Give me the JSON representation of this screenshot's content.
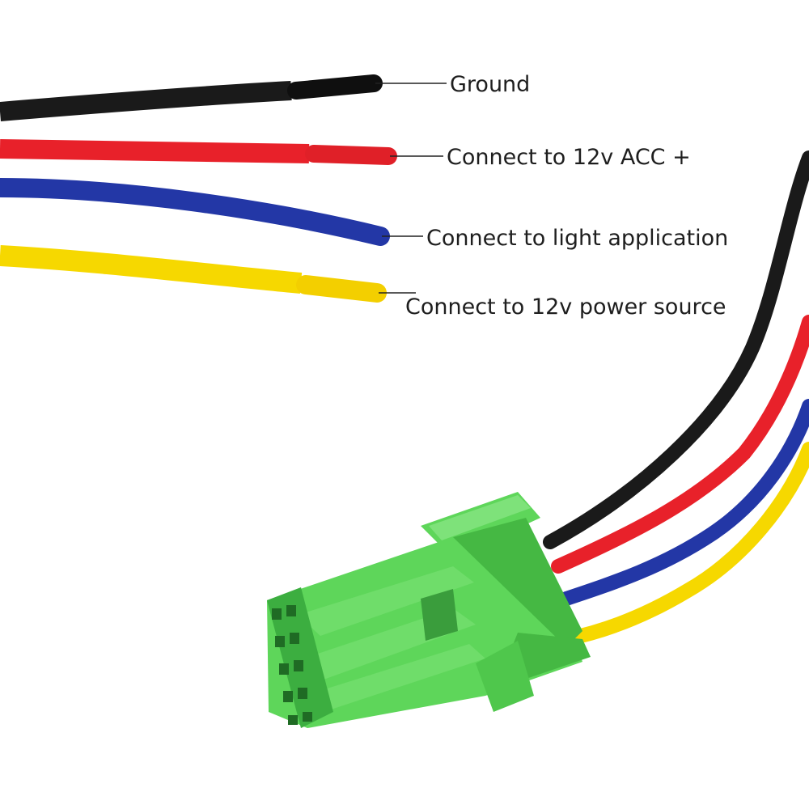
{
  "labels": {
    "ground": "Ground",
    "acc": "Connect to 12v ACC +",
    "light": "Connect to light application",
    "power": "Connect to 12v power source"
  },
  "wires": [
    {
      "name": "ground",
      "color": "#1a1a1a",
      "tip": "#0d0d0d"
    },
    {
      "name": "acc",
      "color": "#e8212a",
      "tip": "#d9161f"
    },
    {
      "name": "light",
      "color": "#2337a6",
      "tip": "#1a2b8c"
    },
    {
      "name": "power",
      "color": "#f6d800",
      "tip": "#f3cf00"
    }
  ],
  "connector": {
    "color": "#5ed65a",
    "shade": "#45b843",
    "dark": "#2f8f33"
  }
}
